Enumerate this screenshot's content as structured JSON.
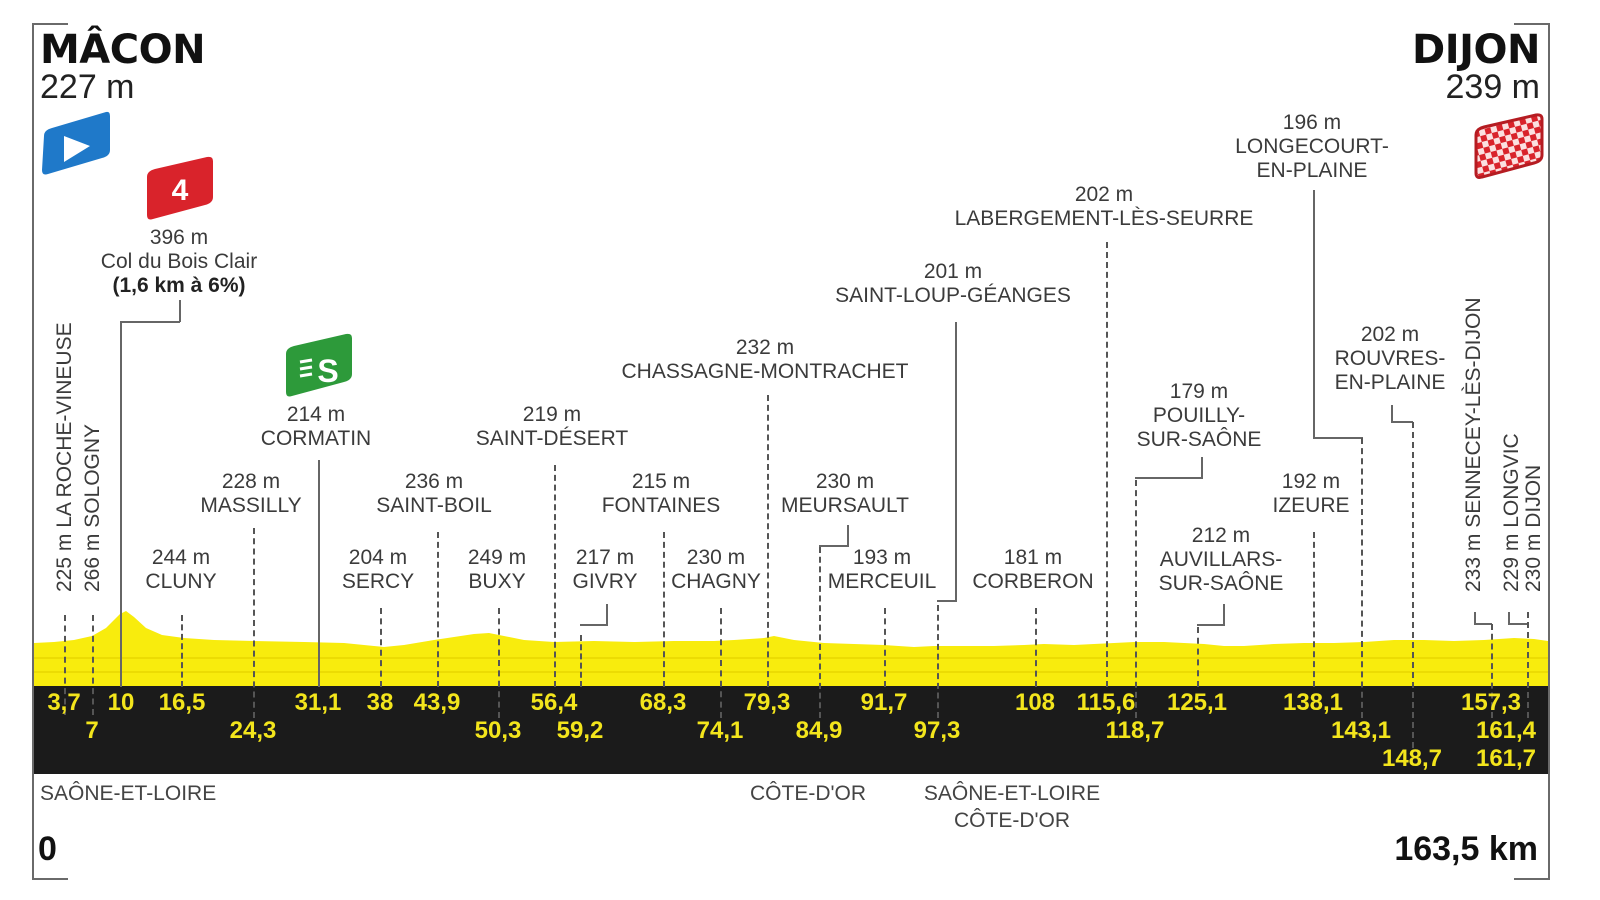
{
  "stage": {
    "start": {
      "name": "MÂCON",
      "altitude": "227 m"
    },
    "finish": {
      "name": "DIJON",
      "altitude": "239 m"
    },
    "distance_start": "0",
    "distance_total": "163,5 km"
  },
  "icons": {
    "start_flag": "start-flag-icon",
    "climb_cat4": {
      "label": "4",
      "color": "#d9232b"
    },
    "sprint": {
      "label": "S",
      "color": "#2d9a3a"
    },
    "finish_flag": "checkered-finish-flag-icon"
  },
  "colors": {
    "profile_fill": "#f8ec0d",
    "band": "#1b1b1b",
    "km_text": "#f3e51c",
    "start_flag": "#1f79c9"
  },
  "climb": {
    "altitude": "396 m",
    "name": "Col du Bois Clair",
    "detail": "(1,6 km à 6%)"
  },
  "waypoints": [
    {
      "alt": "225 m",
      "name": "LA ROCHE-VINEUSE",
      "km": "3,7"
    },
    {
      "alt": "266 m",
      "name": "SOLOGNY",
      "km": "7"
    },
    {
      "alt": "396 m",
      "name": "Col du Bois Clair",
      "km": "10"
    },
    {
      "alt": "244 m",
      "name": "CLUNY",
      "km": "16,5"
    },
    {
      "alt": "228 m",
      "name": "MASSILLY",
      "km": "24,3"
    },
    {
      "alt": "214 m",
      "name": "CORMATIN",
      "km": "31,1"
    },
    {
      "alt": "204 m",
      "name": "SERCY",
      "km": "38"
    },
    {
      "alt": "236 m",
      "name": "SAINT-BOIL",
      "km": "43,9"
    },
    {
      "alt": "249 m",
      "name": "BUXY",
      "km": "50,3"
    },
    {
      "alt": "219 m",
      "name": "SAINT-DÉSERT",
      "km": "56,4"
    },
    {
      "alt": "217 m",
      "name": "GIVRY",
      "km": "59,2"
    },
    {
      "alt": "215 m",
      "name": "FONTAINES",
      "km": "68,3"
    },
    {
      "alt": "230 m",
      "name": "CHAGNY",
      "km": "74,1"
    },
    {
      "alt": "232 m",
      "name": "CHASSAGNE-MONTRACHET",
      "km": "79,3"
    },
    {
      "alt": "230 m",
      "name": "MEURSAULT",
      "km": "84,9"
    },
    {
      "alt": "193 m",
      "name": "MERCEUIL",
      "km": "91,7"
    },
    {
      "alt": "201 m",
      "name": "SAINT-LOUP-GÉANGES",
      "km": "97,3"
    },
    {
      "alt": "181 m",
      "name": "CORBERON",
      "km": "108"
    },
    {
      "alt": "202 m",
      "name": "LABERGEMENT-LÈS-SEURRE",
      "km": "115,6"
    },
    {
      "alt": "179 m",
      "name": "POUILLY-SUR-SAÔNE",
      "km": "118,7"
    },
    {
      "alt": "212 m",
      "name": "AUVILLARS-SUR-SAÔNE",
      "km": "125,1"
    },
    {
      "alt": "196 m",
      "name": "LONGECOURT-EN-PLAINE",
      "km": "138,1"
    },
    {
      "alt": "192 m",
      "name": "IZEURE",
      "km": "143,1"
    },
    {
      "alt": "202 m",
      "name": "ROUVRES-EN-PLAINE",
      "km": "148,7"
    },
    {
      "alt": "233 m",
      "name": "SENNECEY-LÈS-DIJON",
      "km": "157,3"
    },
    {
      "alt": "229 m",
      "name": "LONGVIC",
      "km": "161,4"
    },
    {
      "alt": "230 m",
      "name": "DIJON",
      "km": "161,7"
    }
  ],
  "labels": {
    "roche": "225 m LA ROCHE-VINEUSE",
    "sologny": "266 m SOLOGNY",
    "cluny_alt": "244 m",
    "cluny": "CLUNY",
    "massilly_alt": "228 m",
    "massilly": "MASSILLY",
    "cormatin_alt": "214 m",
    "cormatin": "CORMATIN",
    "sercy_alt": "204 m",
    "sercy": "SERCY",
    "saintboil_alt": "236 m",
    "saintboil": "SAINT-BOIL",
    "buxy_alt": "249 m",
    "buxy": "BUXY",
    "saintdesert_alt": "219 m",
    "saintdesert": "SAINT-DÉSERT",
    "givry_alt": "217 m",
    "givry": "GIVRY",
    "fontaines_alt": "215 m",
    "fontaines": "FONTAINES",
    "chagny_alt": "230 m",
    "chagny": "CHAGNY",
    "chassagne_alt": "232 m",
    "chassagne": "CHASSAGNE-MONTRACHET",
    "meursault_alt": "230 m",
    "meursault": "MEURSAULT",
    "merceuil_alt": "193 m",
    "merceuil": "MERCEUIL",
    "saintloup_alt": "201 m",
    "saintloup": "SAINT-LOUP-GÉANGES",
    "corberon_alt": "181 m",
    "corberon": "CORBERON",
    "labergement_alt": "202 m",
    "labergement": "LABERGEMENT-LÈS-SEURRE",
    "pouilly_alt": "179 m",
    "pouilly_1": "POUILLY-",
    "pouilly_2": "SUR-SAÔNE",
    "auvillars_alt": "212 m",
    "auvillars_1": "AUVILLARS-",
    "auvillars_2": "SUR-SAÔNE",
    "longecourt_alt": "196 m",
    "longecourt_1": "LONGECOURT-",
    "longecourt_2": "EN-PLAINE",
    "izeure_alt": "192 m",
    "izeure": "IZEURE",
    "rouvres_alt": "202 m",
    "rouvres_1": "ROUVRES-",
    "rouvres_2": "EN-PLAINE",
    "sennecey": "233 m SENNECEY-LÈS-DIJON",
    "longvic": "229 m LONGVIC",
    "dijon_v": "230 m DIJON"
  },
  "departments": {
    "d1": "SAÔNE-ET-LOIRE",
    "d2": "CÔTE-D'OR",
    "d3a": "SAÔNE-ET-LOIRE",
    "d3b": "CÔTE-D'OR"
  },
  "chart_data": {
    "type": "area",
    "title": "MÂCON 227 m → DIJON 239 m",
    "xlabel": "km",
    "ylabel": "altitude (m)",
    "xlim": [
      0,
      163.5
    ],
    "x": [
      0,
      3.7,
      7,
      10,
      16.5,
      24.3,
      31.1,
      38,
      43.9,
      50.3,
      56.4,
      59.2,
      68.3,
      74.1,
      79.3,
      84.9,
      91.7,
      97.3,
      108,
      115.6,
      118.7,
      125.1,
      138.1,
      143.1,
      148.7,
      157.3,
      161.4,
      161.7,
      163.5
    ],
    "series": [
      {
        "name": "altitude",
        "values": [
          227,
          225,
          266,
          396,
          244,
          228,
          214,
          204,
          236,
          249,
          219,
          217,
          215,
          230,
          232,
          230,
          193,
          201,
          181,
          202,
          179,
          212,
          196,
          192,
          202,
          233,
          229,
          230,
          239
        ]
      }
    ],
    "annotations": [
      "Col du Bois Clair cat.4 (1,6 km à 6%) km 10",
      "Sprint: Cormatin km 31,1",
      "Départements: Saône-et-Loire, Côte-d'Or"
    ]
  }
}
